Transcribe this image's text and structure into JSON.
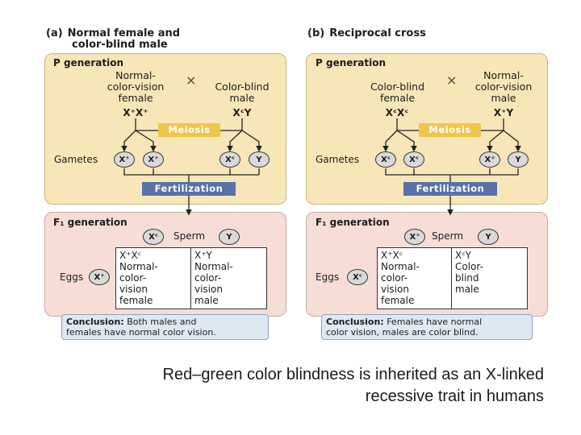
{
  "panel_a": {
    "label": "(a)",
    "title_line1": "Normal female and",
    "title_line2": "color-blind male",
    "p_generation": "P generation",
    "female_label": "Normal-color-vision female",
    "female_line1": "Normal-",
    "female_line2": "color-vision",
    "female_line3": "female",
    "female_genotype": "X⁺X⁺",
    "male_line1": "Color-blind",
    "male_line2": "male",
    "male_genotype": "XᶜY",
    "cross_symbol": "×",
    "meiosis": "Meiosis",
    "gametes_label": "Gametes",
    "gametes": [
      "X⁺",
      "X⁺",
      "Xᶜ",
      "Y"
    ],
    "fertilization": "Fertilization",
    "f1_generation": "F₁ generation",
    "sperm_label": "Sperm",
    "sperm": [
      "Xᶜ",
      "Y"
    ],
    "eggs_label": "Eggs",
    "egg": "X⁺",
    "cell1": [
      "X⁺Xᶜ",
      "Normal-",
      "color-",
      "vision",
      "female"
    ],
    "cell2": [
      "X⁺Y",
      "Normal-",
      "color-",
      "vision",
      "male"
    ],
    "conclusion_bold": "Conclusion:",
    "conclusion_line1": " Both males and",
    "conclusion_line2": "females have normal color vision."
  },
  "panel_b": {
    "label": "(b)",
    "title_line1": "Reciprocal cross",
    "p_generation": "P generation",
    "female_line1": "Color-blind",
    "female_line2": "female",
    "female_genotype": "XᶜXᶜ",
    "male_line1": "Normal-",
    "male_line2": "color-vision",
    "male_line3": "male",
    "male_genotype": "X⁺Y",
    "cross_symbol": "×",
    "meiosis": "Meiosis",
    "gametes_label": "Gametes",
    "gametes": [
      "Xᶜ",
      "Xᶜ",
      "X⁺",
      "Y"
    ],
    "fertilization": "Fertilization",
    "f1_generation": "F₁ generation",
    "sperm_label": "Sperm",
    "sperm": [
      "X⁺",
      "Y"
    ],
    "eggs_label": "Eggs",
    "egg": "Xᶜ",
    "cell1": [
      "X⁺Xᶜ",
      "Normal-",
      "color-",
      "vision",
      "female"
    ],
    "cell2": [
      "XᶜY",
      "Color-",
      "blind",
      "male"
    ],
    "conclusion_bold": "Conclusion:",
    "conclusion_line1": " Females have normal",
    "conclusion_line2": "color vision, males are color blind."
  },
  "caption_line1": "Red–green color blindness is inherited as an X-linked",
  "caption_line2": "recessive trait in humans",
  "colors": {
    "p_box": "#f7e6b8",
    "f1_box": "#f6ddd6",
    "meiosis_band": "#f0c64a",
    "fertilization_band": "#5872a9",
    "conclusion_bg": "#dde8f3"
  }
}
